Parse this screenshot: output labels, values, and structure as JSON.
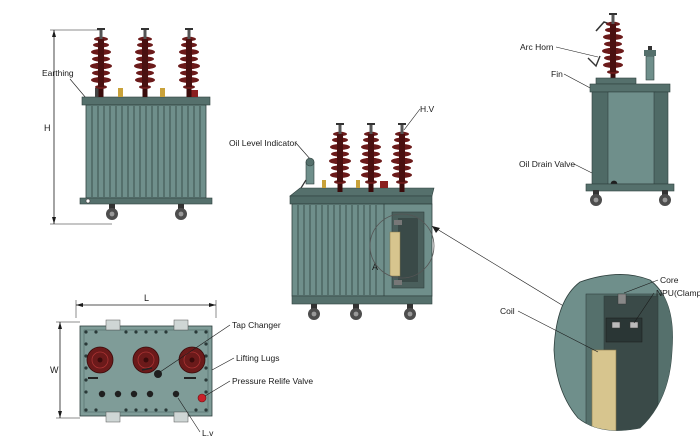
{
  "labels": {
    "earthing": "Earthing",
    "height_dim": "H",
    "length_dim": "L",
    "width_dim": "W",
    "oil_level_indicator": "Oil Level Indicator",
    "hv": "H.V",
    "arc_horn": "Arc Horn",
    "fin": "Fin",
    "oil_drain_valve": "Oil Drain Valve",
    "core": "Core",
    "npu_clamp": "NPU(Clamp)",
    "coil": "Coil",
    "tap_changer": "Tap Changer",
    "lifting_lugs": "Lifting Lugs",
    "pressure_relief_valve": "Pressure Relife Valve",
    "lv": "L.v",
    "section_marker": "A"
  },
  "colors": {
    "tank": "#6f8f8b",
    "tank_dark": "#3e5552",
    "fin_line": "#2f403e",
    "bushing": "#6b1a1a",
    "bushing_dark": "#3a0b0b",
    "coil": "#d7c58e",
    "wheel": "#4d4d4d",
    "relief_valve": "#c8202a",
    "line": "#1a1a1a"
  }
}
